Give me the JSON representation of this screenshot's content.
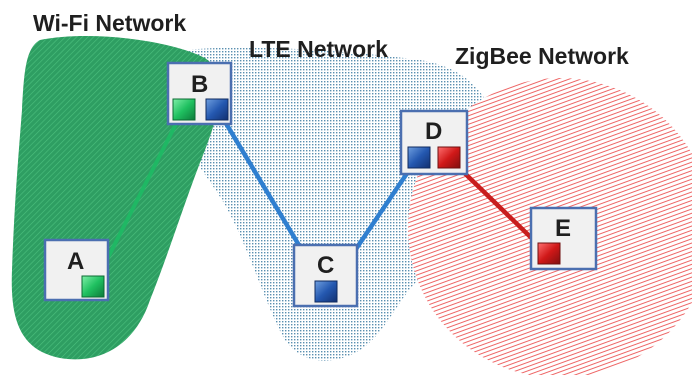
{
  "networks": [
    {
      "name": "Wi-Fi Network",
      "color": "#1fa05a"
    },
    {
      "name": "LTE Network",
      "color": "#4a90b8"
    },
    {
      "name": "ZigBee Network",
      "color": "#e05555"
    }
  ],
  "nodes": [
    {
      "label": "A"
    },
    {
      "label": "B"
    },
    {
      "label": "C"
    },
    {
      "label": "D"
    },
    {
      "label": "E"
    }
  ],
  "colors": {
    "wifi_link": "#1fb864",
    "lte_link": "#2f7fd0",
    "zigbee_link": "#c81e1e",
    "node_border": "#4b6fb0",
    "node_fill": "#f1f1f1"
  }
}
